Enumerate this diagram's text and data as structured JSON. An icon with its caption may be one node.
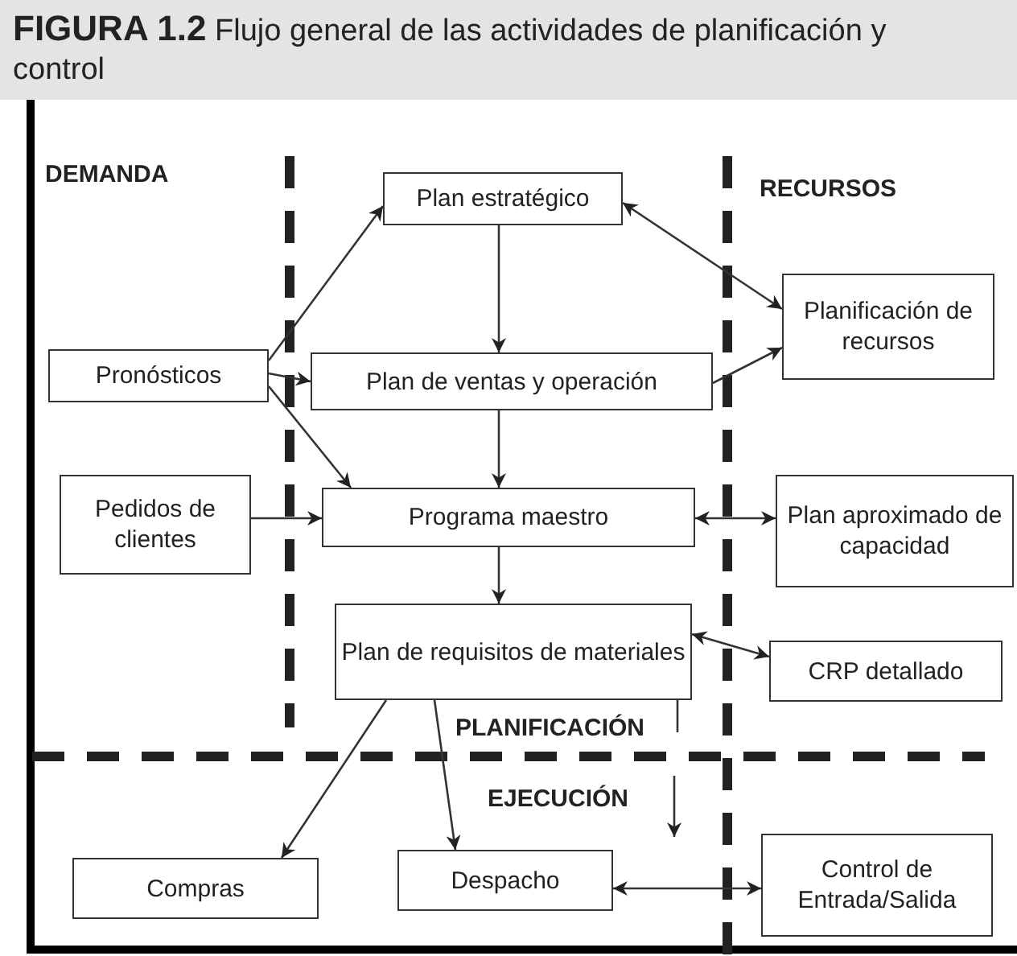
{
  "diagram": {
    "title": "**FIGURA 1.2** Flujo general de las actividades de planificación y control",
    "nodes": [
      {
        "text": [
          "Plan estratégico"
        ]
      },
      {
        "text": [
          "Pronósticos"
        ]
      },
      {
        "text": [
          "Plan de ventas y operación"
        ]
      },
      {
        "text": [
          "Planificación de recursos"
        ]
      },
      {
        "text": [
          "Pedidos de clientes"
        ]
      },
      {
        "text": [
          "Programa maestro"
        ]
      },
      {
        "text": [
          "Plan aproximado de capacidad"
        ]
      },
      {
        "text": [
          "Plan de requisitos de materiales"
        ]
      },
      {
        "text": [
          "CRP detallado"
        ]
      },
      {
        "text": [
          "Compras"
        ]
      },
      {
        "text": [
          "Despacho"
        ]
      },
      {
        "text": [
          "Control de Entrada/Salida"
        ]
      }
    ],
    "edges": [
      {
        "from": 1,
        "to": 0,
        "arrow": "to"
      },
      {
        "from": 1,
        "to": 2,
        "arrow": "to"
      },
      {
        "from": 1,
        "to": 5,
        "arrow": "to"
      },
      {
        "from": 0,
        "to": 2,
        "arrow": "to"
      },
      {
        "from": 2,
        "to": 5,
        "arrow": "to"
      },
      {
        "from": 4,
        "to": 5,
        "arrow": "to"
      },
      {
        "from": 5,
        "to": 7,
        "arrow": "to"
      },
      {
        "from": 0,
        "to": 3,
        "arrow": "both"
      },
      {
        "from": 2,
        "to": 3,
        "arrow": "to"
      },
      {
        "from": 5,
        "to": 6,
        "arrow": "both"
      },
      {
        "from": 7,
        "to": 8,
        "arrow": "both"
      },
      {
        "from": 7,
        "to": 9,
        "arrow": "to"
      },
      {
        "from": 7,
        "to": 10,
        "arrow": "to"
      },
      {
        "from": 10,
        "to": 11,
        "arrow": "both"
      },
      {
        "from": 7,
        "to": null,
        "arrow": "to"
      }
    ],
    "labels": [
      "DEMANDA",
      "RECURSOS",
      "PLANIFICACIÓN",
      "EJECUCIÓN"
    ]
  }
}
